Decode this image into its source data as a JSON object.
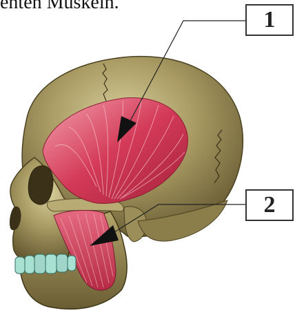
{
  "caption": "enten Muskeln.",
  "labels": [
    {
      "id": "1",
      "text": "1"
    },
    {
      "id": "2",
      "text": "2"
    }
  ],
  "colors": {
    "skull": "#8a7a4a",
    "skull_light": "#c9bd8a",
    "muscle": "#d23a55",
    "muscle_light": "#f08fa0",
    "teeth": "#9fd6c9",
    "line": "#222222"
  }
}
